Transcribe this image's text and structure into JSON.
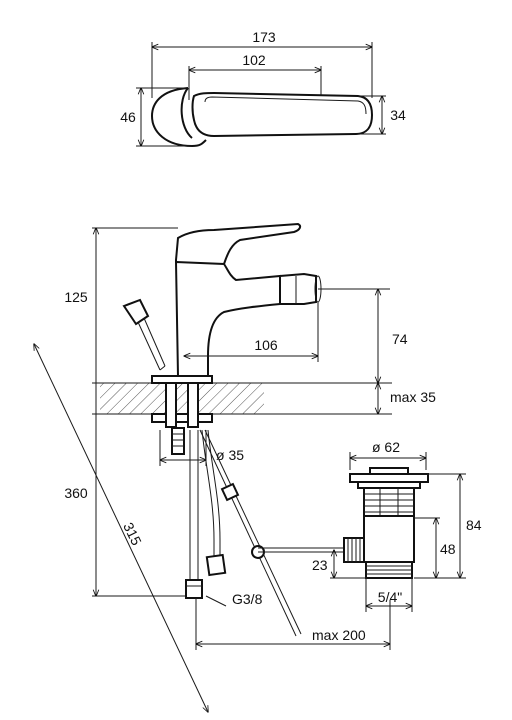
{
  "diagram": {
    "top_view": {
      "width_overall": "173",
      "width_lever": "102",
      "height_left": "46",
      "height_right": "34"
    },
    "side_view": {
      "height_spout": "125",
      "spout_rise": "74",
      "spout_reach": "106",
      "deck_thickness": "max 35",
      "mount_hole": "ø 35",
      "height_total": "360",
      "rod_length": "315",
      "hose_thread": "G3/8",
      "rod_reach": "max 200"
    },
    "waste": {
      "diameter": "ø 62",
      "height_total": "84",
      "height_body": "48",
      "connector_offset": "23",
      "thread": "5/4\""
    }
  }
}
